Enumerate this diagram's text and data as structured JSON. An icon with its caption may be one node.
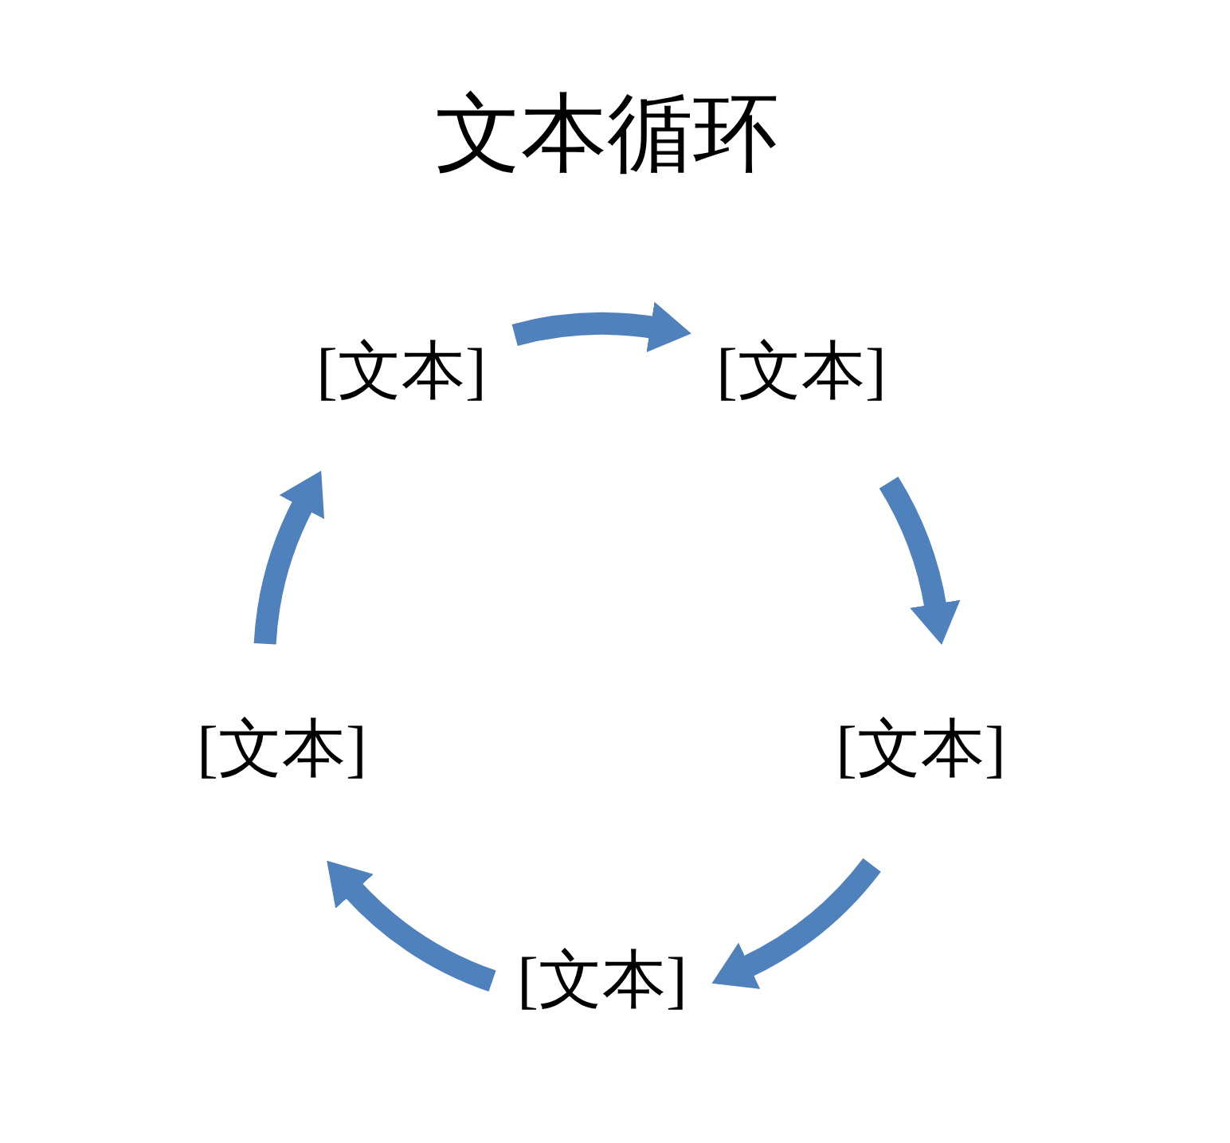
{
  "diagram": {
    "title": "文本循环",
    "nodes": [
      {
        "text": [
          "[文本]"
        ]
      },
      {
        "text": [
          "[文本]"
        ]
      },
      {
        "text": [
          "[文本]"
        ]
      },
      {
        "text": [
          "[文本]"
        ]
      },
      {
        "text": [
          "[文本]"
        ]
      }
    ],
    "edges": [
      {
        "from": 0,
        "to": 1,
        "arrow": "to"
      },
      {
        "from": 1,
        "to": 2,
        "arrow": "to"
      },
      {
        "from": 2,
        "to": 3,
        "arrow": "to"
      },
      {
        "from": 3,
        "to": 4,
        "arrow": "to"
      },
      {
        "from": 4,
        "to": 0,
        "arrow": "to"
      }
    ]
  }
}
